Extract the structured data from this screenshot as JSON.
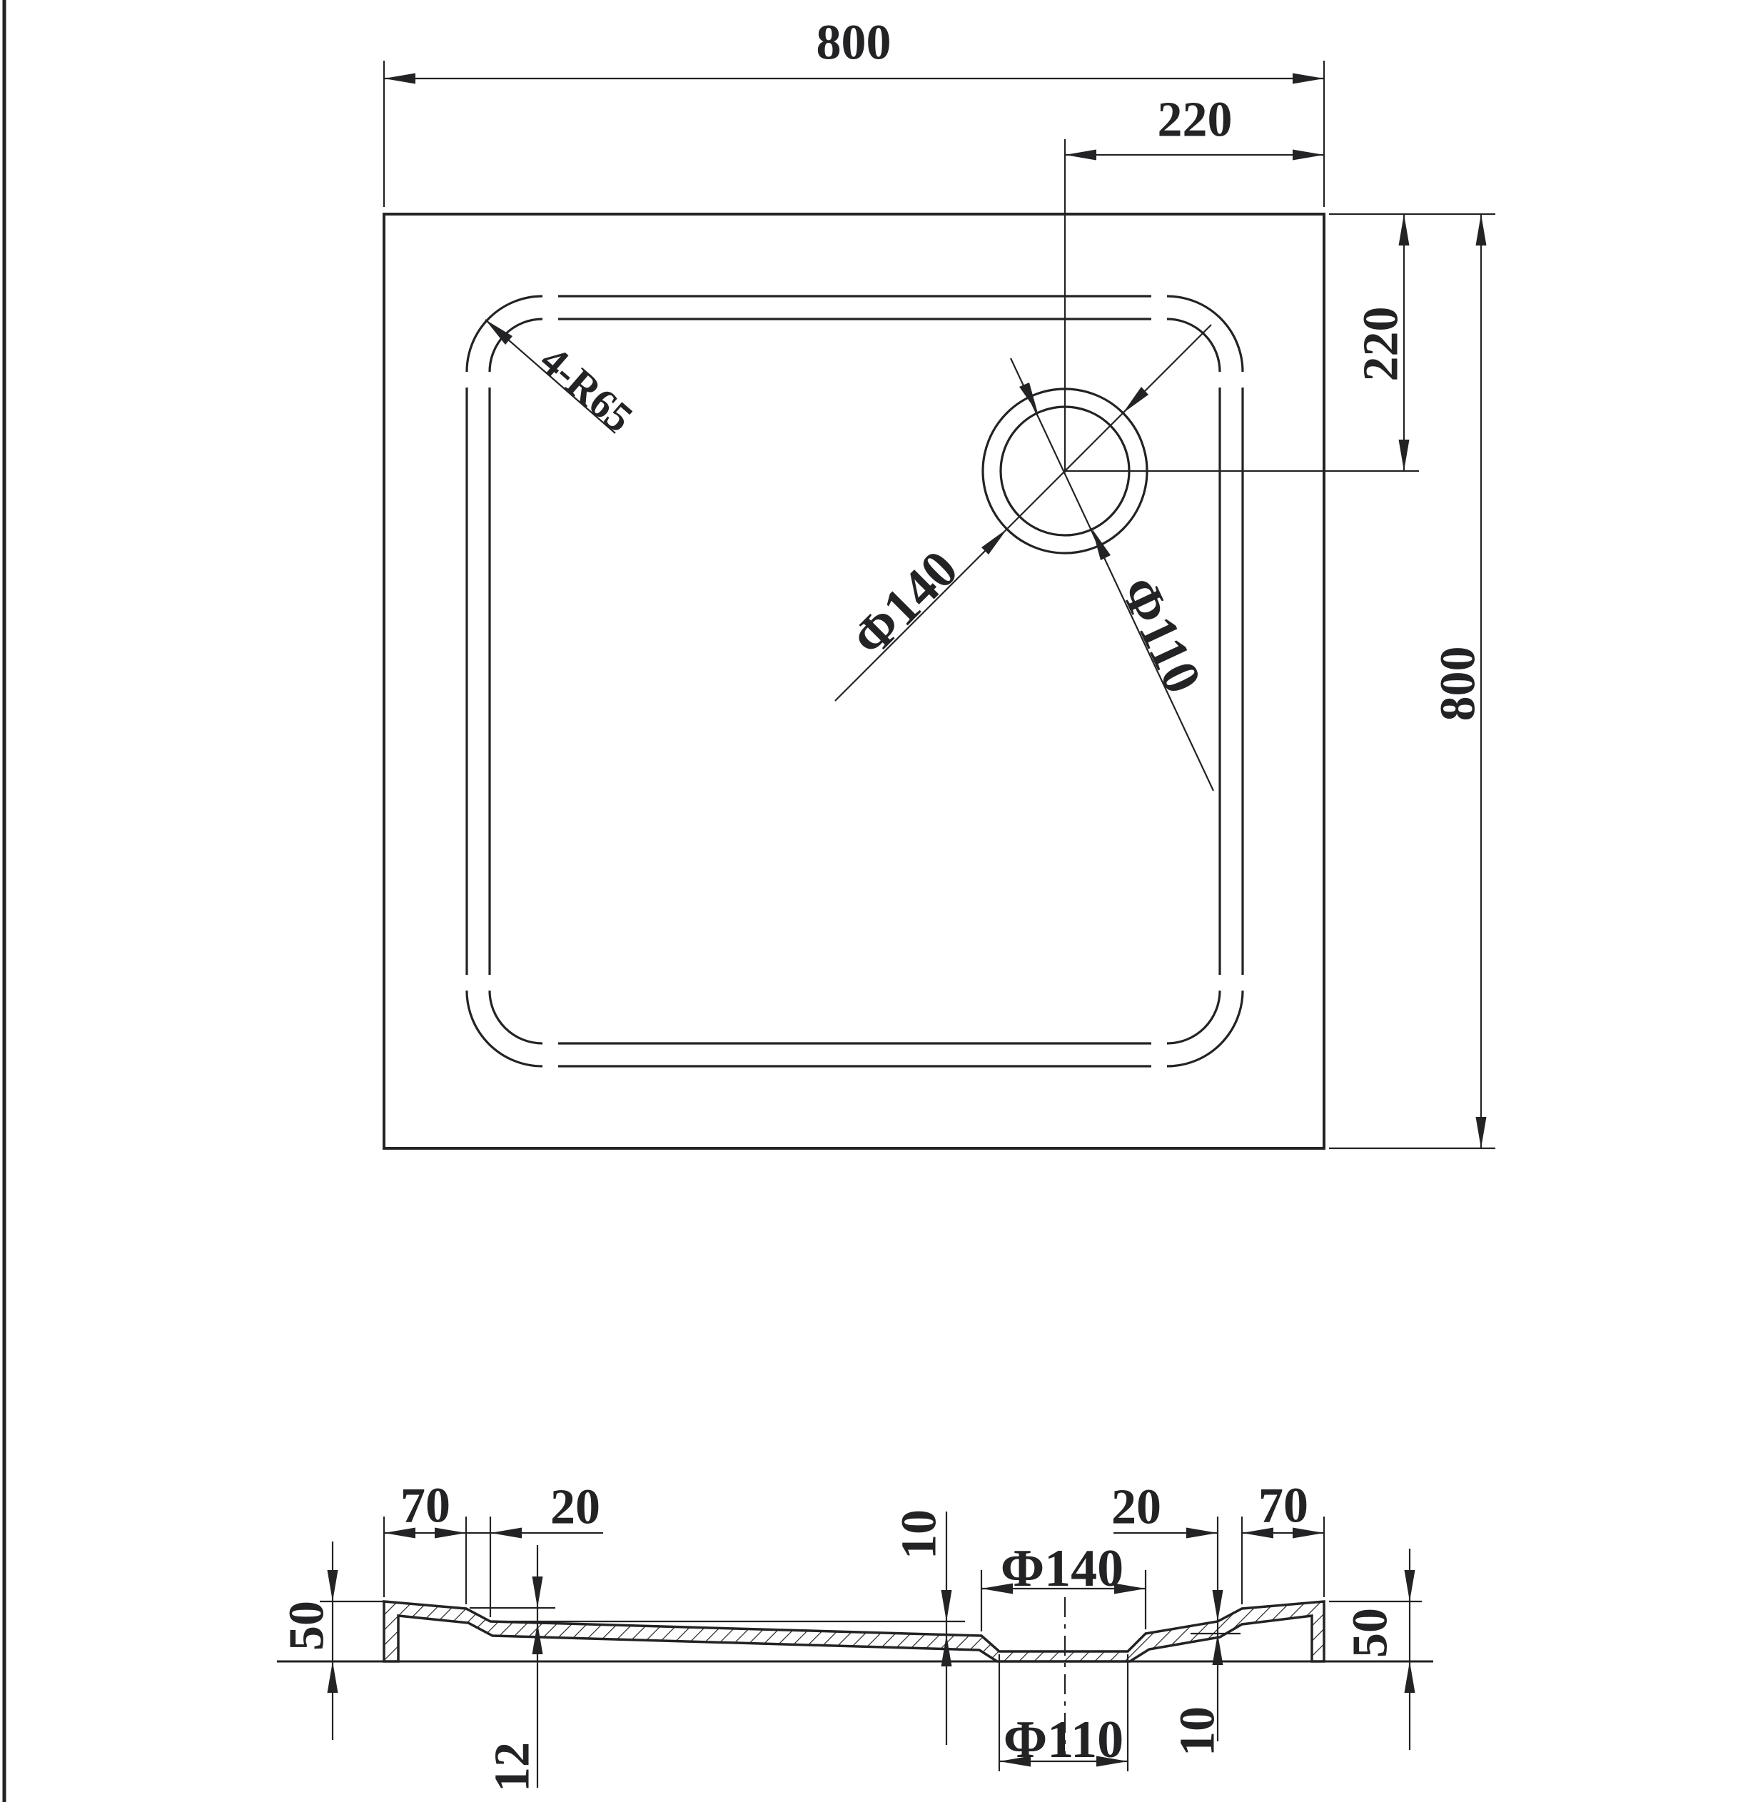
{
  "drawing_type": "shower-tray technical drawing, plan view and section view",
  "colors": {
    "line": "#232326",
    "background": "#ffffff"
  },
  "plan": {
    "dim_width": "800",
    "dim_height": "800",
    "dim_drain_x": "220",
    "dim_drain_y": "220",
    "corner_label": "4-R65",
    "drain_outer": "Φ140",
    "drain_inner": "Φ110"
  },
  "section": {
    "rim_left": "70",
    "step_left": "20",
    "drop_left": "10",
    "height_left": "50",
    "floor_thickness": "12",
    "sump_top": "Φ140",
    "sump_bottom": "Φ110",
    "step_right": "20",
    "rim_right": "70",
    "drop_right": "10",
    "height_right": "50"
  }
}
